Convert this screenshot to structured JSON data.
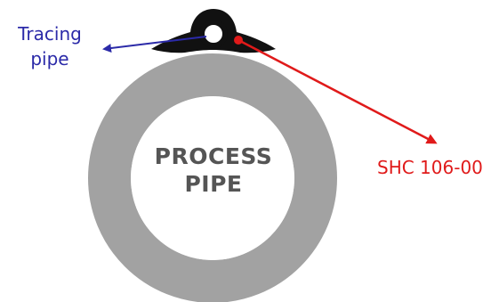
{
  "labels": {
    "tracing_line1": "Tracing",
    "tracing_line2": "pipe",
    "compound": "SHC 106-00",
    "process_line1": "PROCESS",
    "process_line2": "PIPE"
  },
  "colors": {
    "tracing_label": "#2b2aa8",
    "tracing_arrow": "#2b2aa8",
    "compound_label": "#e01a1a",
    "compound_arrow": "#e01a1a",
    "pipe_wall": "#a2a2a2",
    "pipe_wall_outline": "#b5b5b5",
    "pipe_interior": "#ffffff",
    "process_text": "#555555",
    "heat_transfer_compound": "#111111",
    "tracer_fill": "#ffffff"
  }
}
